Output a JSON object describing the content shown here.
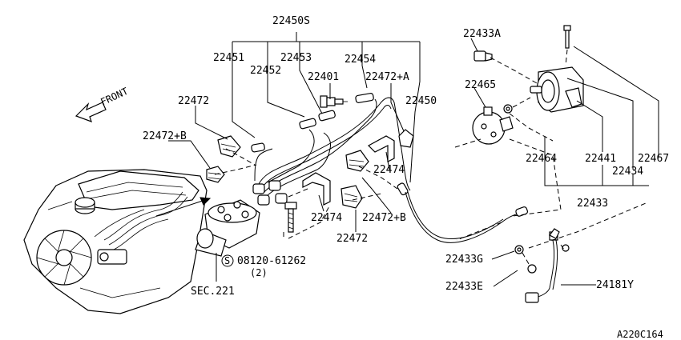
{
  "labels": {
    "front": "FRONT",
    "p22450s": "22450S",
    "p22451": "22451",
    "p22453": "22453",
    "p22454": "22454",
    "p22452": "22452",
    "p22401": "22401",
    "p22472a": "22472+A",
    "p22450": "22450",
    "p22472_top": "22472",
    "p22472b_left": "22472+B",
    "p22474_right": "22474",
    "p22474_mid": "22474",
    "p22472b_mid": "22472+B",
    "p22472_mid": "22472",
    "bolt_code": "08120-61262",
    "bolt_symbol": "S",
    "bolt_qty": "(2)",
    "sec221": "SEC.221",
    "p22433a": "22433A",
    "p22465": "22465",
    "p22464": "22464",
    "p22441": "22441",
    "p22467": "22467",
    "p22434": "22434",
    "p22433": "22433",
    "p22433g": "22433G",
    "p22433e": "22433E",
    "p24181y": "24181Y",
    "diagram_code": "A220C164"
  }
}
